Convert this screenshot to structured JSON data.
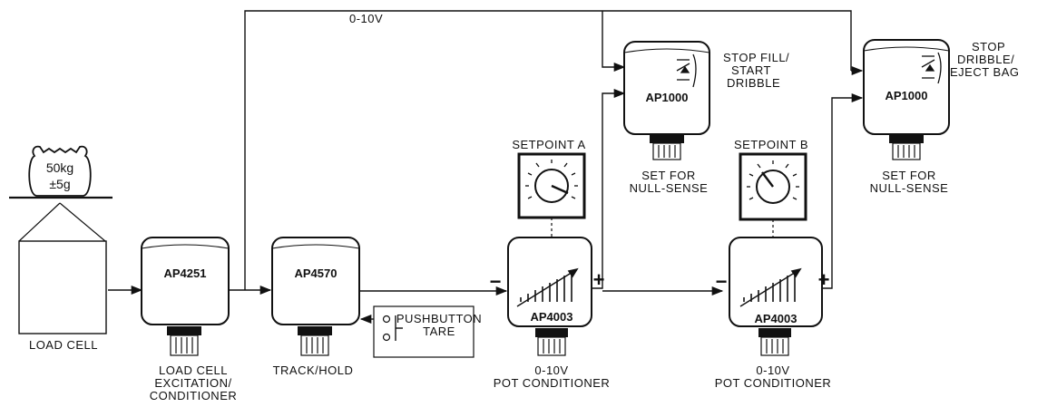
{
  "wire_label": "0-10V",
  "load_cell": {
    "bag_weight": "50kg",
    "bag_tolerance": "±5g",
    "label": "LOAD CELL"
  },
  "excitation": {
    "module": "AP4251",
    "label_lines": [
      "LOAD CELL",
      "EXCITATION/",
      "CONDITIONER"
    ]
  },
  "track_hold": {
    "module": "AP4570",
    "label": "TRACK/HOLD"
  },
  "tare": {
    "label_lines": [
      "PUSHBUTTON",
      "TARE"
    ]
  },
  "pot_a": {
    "module": "AP4003",
    "setpoint": "SETPOINT A",
    "label_lines": [
      "0-10V",
      "POT CONDITIONER"
    ],
    "minus": "−",
    "plus": "+"
  },
  "pot_b": {
    "module": "AP4003",
    "setpoint": "SETPOINT B",
    "label_lines": [
      "0-10V",
      "POT CONDITIONER"
    ],
    "minus": "−",
    "plus": "+"
  },
  "comparator_1": {
    "module": "AP1000",
    "note_lines": [
      "STOP FILL/",
      "START",
      "DRIBBLE"
    ],
    "label_lines": [
      "SET FOR",
      "NULL-SENSE"
    ]
  },
  "comparator_2": {
    "module": "AP1000",
    "note_lines": [
      "STOP",
      "DRIBBLE/",
      "EJECT BAG"
    ],
    "label_lines": [
      "SET FOR",
      "NULL-SENSE"
    ]
  }
}
